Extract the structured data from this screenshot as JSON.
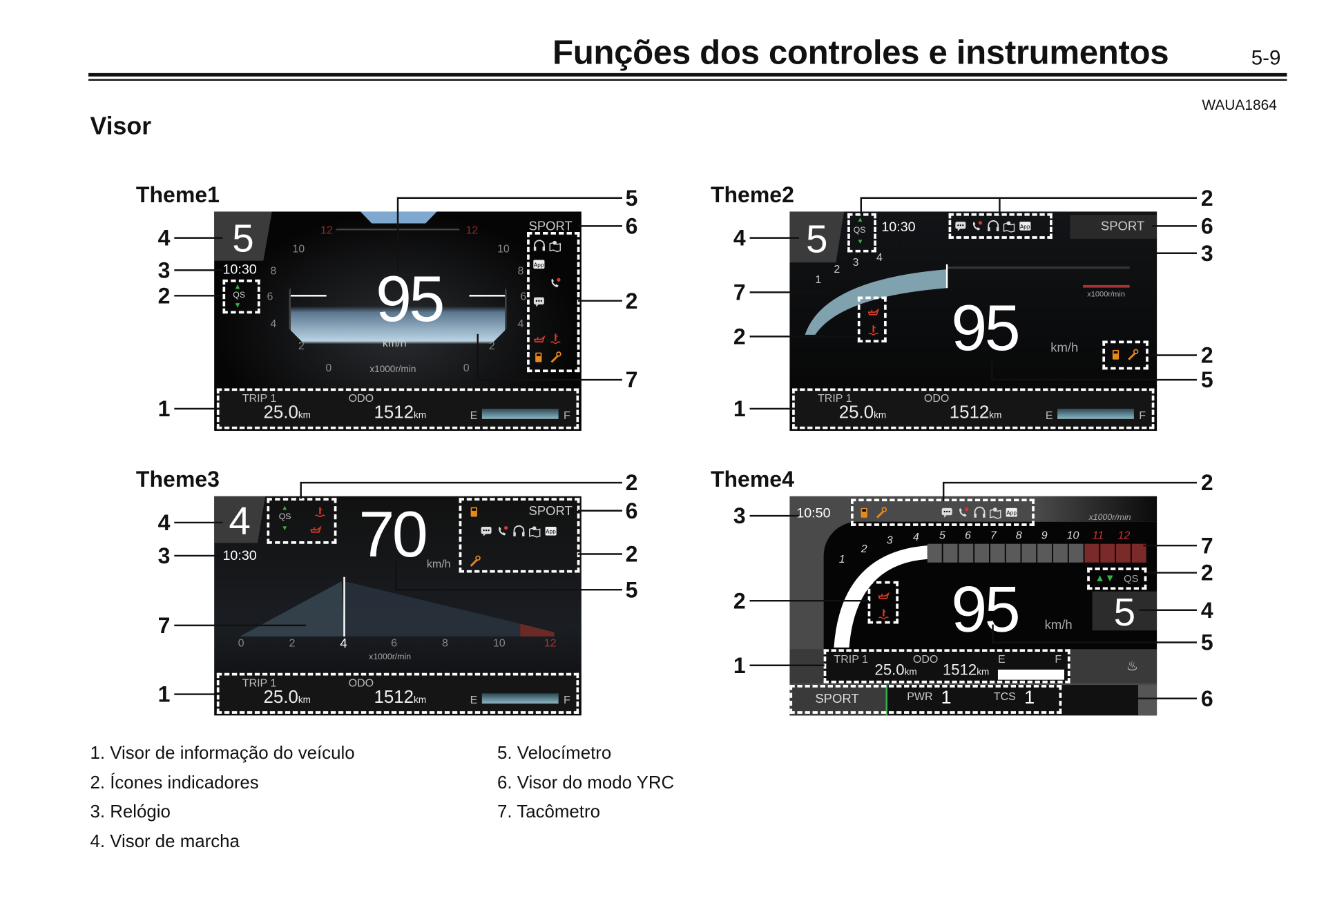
{
  "header": {
    "title": "Funções dos controles e instrumentos",
    "page": "5-9",
    "code": "WAUA1864"
  },
  "section_title": "Visor",
  "themes": [
    {
      "label": "Theme1",
      "gear": "5",
      "clock": "10:30",
      "qs": "QS",
      "speed": "95",
      "unit": "km/h",
      "rpm_unit": "x1000r/min",
      "mode": "SPORT",
      "ticks_left": [
        "12",
        "10",
        "8",
        "6",
        "4",
        "2",
        "0"
      ],
      "ticks_right": [
        "12",
        "10",
        "8",
        "6",
        "4",
        "2",
        "0"
      ],
      "info": {
        "trip_label": "TRIP 1",
        "trip_value": "25.0",
        "trip_unit": "km",
        "odo_label": "ODO",
        "odo_value": "1512",
        "odo_unit": "km",
        "fuel_e": "E",
        "fuel_f": "F"
      },
      "callouts": [
        "4",
        "3",
        "2",
        "1",
        "5",
        "6",
        "2",
        "7"
      ]
    },
    {
      "label": "Theme2",
      "gear": "5",
      "clock": "10:30",
      "qs": "QS",
      "speed": "95",
      "unit": "km/h",
      "rpm_unit": "x1000r/min",
      "mode": "SPORT",
      "ticks": [
        "1",
        "2",
        "3",
        "4"
      ],
      "info": {
        "trip_label": "TRIP 1",
        "trip_value": "25.0",
        "trip_unit": "km",
        "odo_label": "ODO",
        "odo_value": "1512",
        "odo_unit": "km",
        "fuel_e": "E",
        "fuel_f": "F"
      },
      "callouts": [
        "4",
        "7",
        "2",
        "1",
        "2",
        "6",
        "3",
        "2",
        "5"
      ]
    },
    {
      "label": "Theme3",
      "gear": "4",
      "clock": "10:30",
      "qs": "QS",
      "speed": "70",
      "unit": "km/h",
      "rpm_unit": "x1000r/min",
      "mode": "SPORT",
      "ticks": [
        "0",
        "2",
        "4",
        "6",
        "8",
        "10",
        "12"
      ],
      "info": {
        "trip_label": "TRIP 1",
        "trip_value": "25.0",
        "trip_unit": "km",
        "odo_label": "ODO",
        "odo_value": "1512",
        "odo_unit": "km",
        "fuel_e": "E",
        "fuel_f": "F"
      },
      "callouts": [
        "4",
        "3",
        "7",
        "1",
        "2",
        "6",
        "2",
        "5"
      ]
    },
    {
      "label": "Theme4",
      "gear": "5",
      "clock": "10:50",
      "qs": "QS",
      "speed": "95",
      "unit": "km/h",
      "rpm_unit": "x1000r/min",
      "ticks": [
        "1",
        "2",
        "3",
        "4",
        "5",
        "6",
        "7",
        "8",
        "9",
        "10",
        "11",
        "12"
      ],
      "info": {
        "trip_label": "TRIP 1",
        "trip_value": "25.0",
        "trip_unit": "km",
        "odo_label": "ODO",
        "odo_value": "1512",
        "odo_unit": "km",
        "fuel_e": "E",
        "fuel_f": "F"
      },
      "modes": {
        "mode": "SPORT",
        "pwr_label": "PWR",
        "pwr_value": "1",
        "tcs_label": "TCS",
        "tcs_value": "1"
      },
      "callouts": [
        "3",
        "2",
        "1",
        "2",
        "7",
        "2",
        "4",
        "5",
        "6"
      ]
    }
  ],
  "icons": {
    "fuel": "fuel-icon",
    "wrench": "wrench-icon",
    "oil": "oil-pressure-icon",
    "temp": "coolant-temp-icon",
    "chat": "message-icon",
    "phone": "phone-icon",
    "headset": "headset-icon",
    "map": "navigation-icon",
    "app": "App"
  },
  "colors": {
    "warning_red": "#d83a2a",
    "warning_orange": "#e8891c",
    "qs_green": "#37b34a",
    "tach_blue": "#8fb6c4"
  },
  "legend": [
    "1. Visor de informação do veículo",
    "2. Ícones indicadores",
    "3. Relógio",
    "4. Visor de marcha",
    "5. Velocímetro",
    "6. Visor do modo YRC",
    "7. Tacômetro"
  ]
}
